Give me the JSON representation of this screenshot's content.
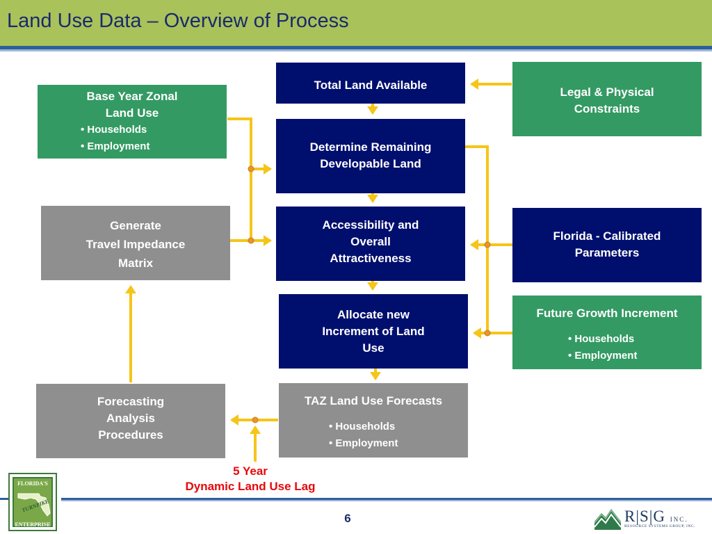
{
  "title": "Land Use Data – Overview of Process",
  "boxes": {
    "total_land": {
      "lines": [
        "Total Land Available"
      ]
    },
    "legal": {
      "lines": [
        "Legal & Physical",
        "Constraints"
      ]
    },
    "base_year": {
      "lines": [
        "Base Year Zonal",
        "Land Use"
      ],
      "bullets": [
        "• Households",
        "• Employment"
      ]
    },
    "determine": {
      "lines": [
        "Determine Remaining",
        "Developable Land"
      ]
    },
    "generate": {
      "lines": [
        "Generate",
        "Travel Impedance",
        "Matrix"
      ]
    },
    "accessibility": {
      "lines": [
        "Accessibility and",
        "Overall",
        "Attractiveness"
      ]
    },
    "florida_params": {
      "lines": [
        "Florida - Calibrated",
        "Parameters"
      ]
    },
    "allocate": {
      "lines": [
        "Allocate new",
        "Increment of Land",
        "Use"
      ]
    },
    "future_growth": {
      "lines": [
        "Future Growth Increment"
      ],
      "bullets": [
        "• Households",
        "• Employment"
      ]
    },
    "forecasting": {
      "lines": [
        "Forecasting",
        "Analysis",
        "Procedures"
      ]
    },
    "taz": {
      "lines": [
        "TAZ Land Use Forecasts"
      ],
      "bullets": [
        "• Households",
        "• Employment"
      ]
    }
  },
  "lag_label": [
    "5 Year",
    "Dynamic Land Use Lag"
  ],
  "page_number": "6",
  "logos": {
    "left": [
      "FLORIDA'S",
      "TURNPIKE",
      "ENTERPRISE"
    ],
    "right": {
      "word": "R|S|G",
      "inc": "INC.",
      "sub": "RESOURCE SYSTEMS GROUP, INC."
    }
  },
  "colors": {
    "navy": "#000f6e",
    "green": "#339a63",
    "grey": "#8f8f8f",
    "connector": "#f5c518",
    "junction": "#e8962a",
    "title_bar": "#a9c25a",
    "lag_text": "#e8080a"
  }
}
